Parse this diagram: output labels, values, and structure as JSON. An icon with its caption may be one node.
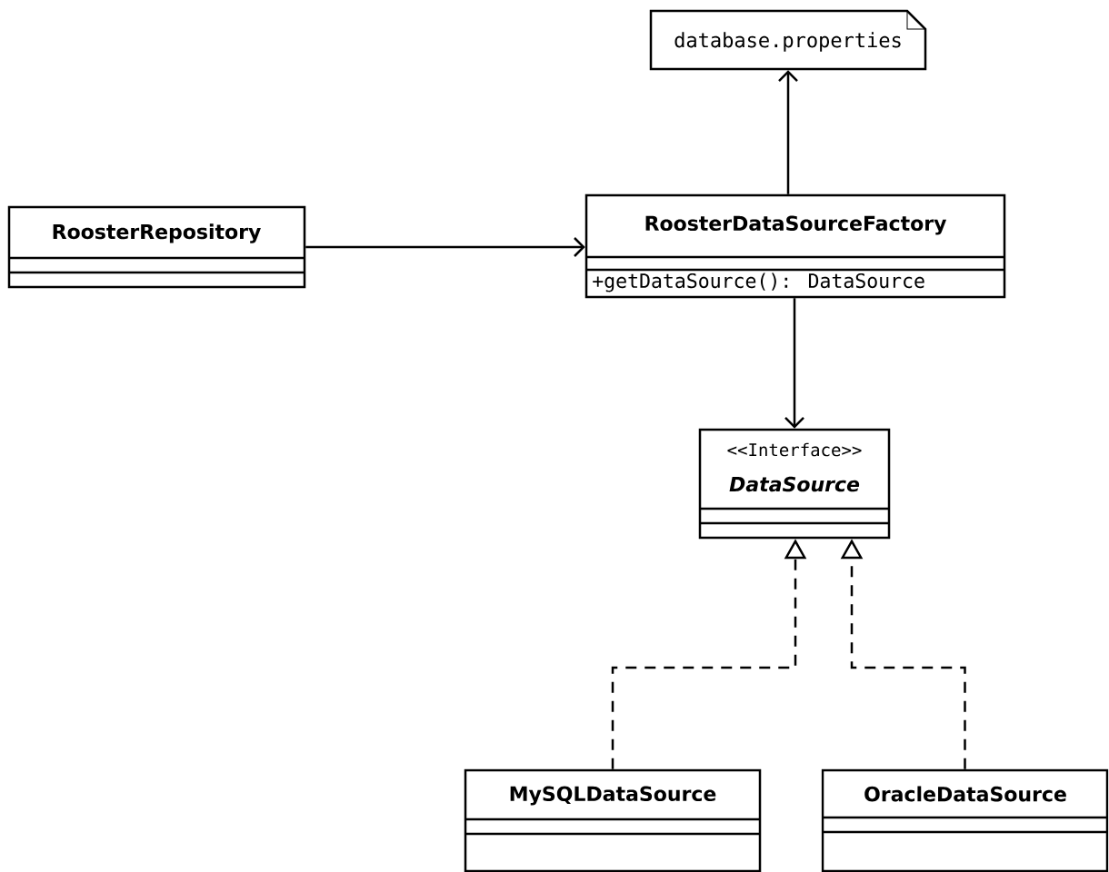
{
  "diagram": {
    "nodes": [
      {
        "text": [
          "database.properties"
        ]
      },
      {
        "text": [
          "RoosterRepository"
        ]
      },
      {
        "text": [
          "RoosterDataSourceFactory",
          "+getDataSource(): DataSource"
        ]
      },
      {
        "text": [
          "<<Interface>>",
          "DataSource"
        ]
      },
      {
        "text": [
          "MySQLDataSource"
        ]
      },
      {
        "text": [
          "OracleDataSource"
        ]
      }
    ],
    "edges": [
      {
        "from": 1,
        "to": 2,
        "arrow": "to"
      },
      {
        "from": 2,
        "to": 0,
        "arrow": "to"
      },
      {
        "from": 2,
        "to": 3,
        "arrow": "to"
      },
      {
        "from": 4,
        "to": 3,
        "arrow": "to",
        "style": "dashed"
      },
      {
        "from": 5,
        "to": 3,
        "arrow": "to",
        "style": "dashed"
      }
    ]
  }
}
